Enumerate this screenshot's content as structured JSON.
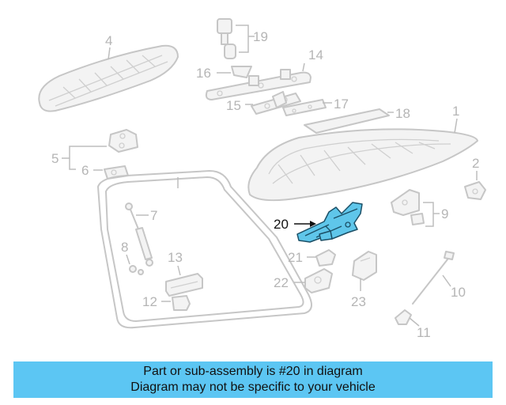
{
  "diagram": {
    "callouts": [
      "1",
      "2",
      "4",
      "5",
      "6",
      "7",
      "8",
      "9",
      "10",
      "11",
      "12",
      "13",
      "14",
      "15",
      "16",
      "17",
      "18",
      "19",
      "20",
      "21",
      "22",
      "23"
    ],
    "highlighted_callout": "20",
    "highlight_color": "#5cc6f3"
  },
  "banner": {
    "line1": "Part or sub-assembly is #20 in diagram",
    "line2": "Diagram may not be specific to your vehicle",
    "background": "#5cc6f3"
  }
}
